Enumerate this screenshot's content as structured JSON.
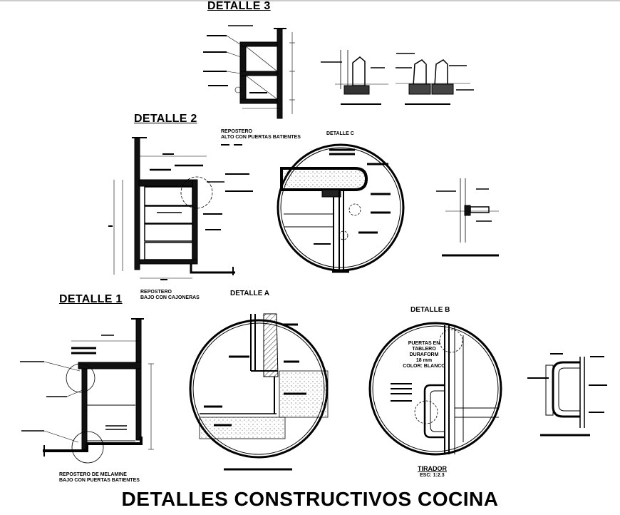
{
  "sheet": {
    "main_title": "DETALLES CONSTRUCTIVOS COCINA"
  },
  "details": {
    "detalle3": {
      "title": "DETALLE 3"
    },
    "detalle2": {
      "title": "DETALLE 2",
      "caption_line1": "REPOSTERO",
      "caption_line2": "ALTO CON PUERTAS BATIENTES"
    },
    "detalle1": {
      "title": "DETALLE 1",
      "caption_line1": "REPOSTERO",
      "caption_line2": "BAJO CON CAJONERAS",
      "bottom_caption_line1": "REPOSTERO DE MELAMINE",
      "bottom_caption_line2": "BAJO CON PUERTAS BATIENTES"
    },
    "detalle_a": {
      "title": "DETALLE  A"
    },
    "detalle_b": {
      "title": "DETALLE B",
      "callout_line1": "PUERTAS EN",
      "callout_line2": "TABLERO",
      "callout_line3": "DURAFORM",
      "callout_line4": "18 mm",
      "callout_line5": "COLOR: BLANCO"
    },
    "detalle_c": {
      "title": "DETALLE C"
    },
    "tirador": {
      "title": "TIRADOR",
      "scale": "ESC:   1:2.3"
    }
  }
}
